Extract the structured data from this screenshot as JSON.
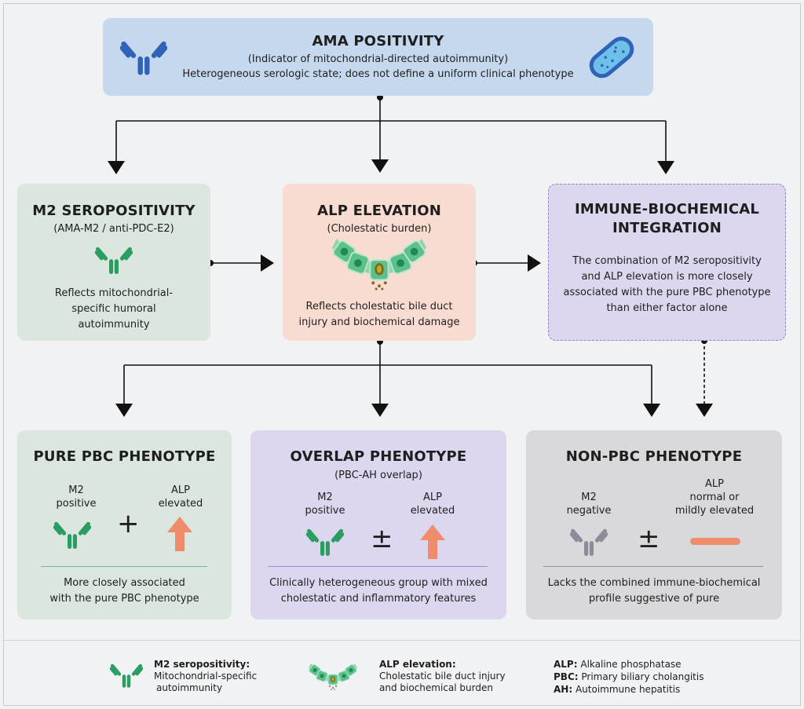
{
  "ama": {
    "title": "AMA POSITIVITY",
    "line1": "(Indicator of mitochondrial-directed autoimmunity)",
    "line2": "Heterogeneous serologic state; does not define a uniform clinical phenotype"
  },
  "m2": {
    "title": "M2 SEROPOSITIVITY",
    "subtitle": "(AMA-M2 / anti-PDC-E2)",
    "desc": [
      "Reflects mitochondrial-",
      "specific humoral",
      "autoimmunity"
    ]
  },
  "alp": {
    "title": "ALP ELEVATION",
    "subtitle": "(Cholestatic burden)",
    "desc": [
      "Reflects cholestatic bile duct",
      "injury and biochemical damage"
    ]
  },
  "integration": {
    "title": [
      "IMMUNE-BIOCHEMICAL",
      "INTEGRATION"
    ],
    "desc": [
      "The combination of M2 seropositivity",
      "and ALP elevation is more closely",
      "associated with the pure PBC phenotype",
      "than either factor alone"
    ]
  },
  "pure": {
    "title": "PURE PBC PHENOTYPE",
    "m2_label": [
      "M2",
      "positive"
    ],
    "operator": "+",
    "alp_label": [
      "ALP",
      "elevated"
    ],
    "desc": [
      "More closely associated",
      "with the pure PBC phenotype"
    ]
  },
  "overlap": {
    "title": "OVERLAP PHENOTYPE",
    "subtitle": "(PBC-AH overlap)",
    "m2_label": [
      "M2",
      "positive"
    ],
    "operator": "±",
    "alp_label": [
      "ALP",
      "elevated"
    ],
    "desc": [
      "Clinically heterogeneous group with mixed",
      "cholestatic and inflammatory features"
    ]
  },
  "nonpbc": {
    "title": "NON-PBC PHENOTYPE",
    "m2_label": [
      "M2",
      "negative"
    ],
    "operator": "±",
    "alp_label": [
      "ALP",
      "normal or",
      "mildly elevated"
    ],
    "desc": [
      "Lacks the combined immune-biochemical",
      "profile suggestive of pure"
    ]
  },
  "legend": {
    "m2": {
      "term": "M2 seropositivity:",
      "lines": [
        "Mitochondrial-specific",
        "autoimmunity"
      ]
    },
    "alp": {
      "term": "ALP elevation:",
      "lines": [
        "Cholestatic bile duct injury",
        "and biochemical burden"
      ]
    },
    "abbreviations": [
      {
        "abbr": "ALP:",
        "text": "Alkaline phosphatase"
      },
      {
        "abbr": "PBC:",
        "text": "Primary biliary cholangitis"
      },
      {
        "abbr": "AH:",
        "text": "Autoimmune hepatitis"
      }
    ]
  },
  "colors": {
    "ama_bg": "#c6d8ee",
    "m2_bg": "#dbe6df",
    "alp_bg": "#f8dcd2",
    "integration_bg": "#dcd7ef",
    "overlap_bg": "#dcd7ef",
    "nonpbc_bg": "#d9d9dc",
    "antibody_blue": "#2f63b8",
    "antibody_green": "#2a9d62",
    "antibody_gray": "#8a8c99",
    "arrow_salmon": "#ef8c6c"
  },
  "icons": [
    "antibody-icon",
    "mitochondria-icon",
    "bile-duct-icon",
    "up-arrow-icon",
    "dash-icon"
  ]
}
